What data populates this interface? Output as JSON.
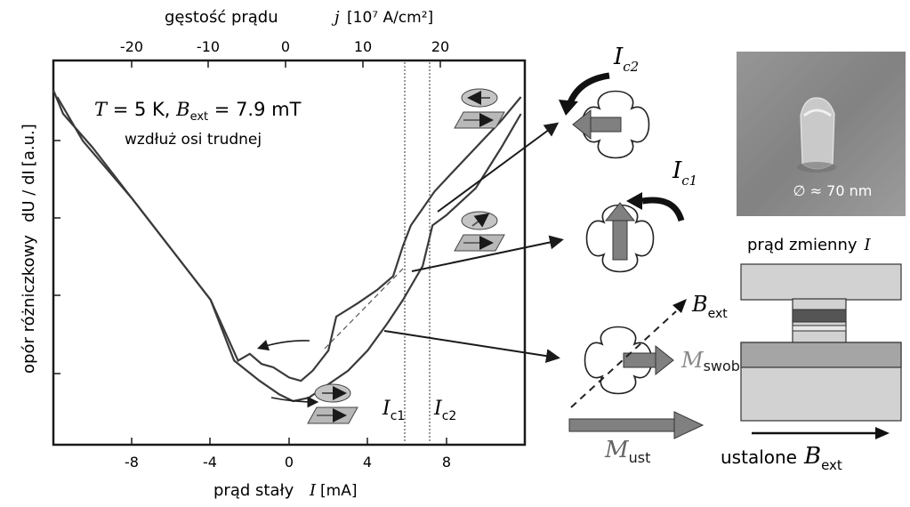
{
  "chart_data": {
    "type": "line",
    "top_axis": {
      "title": "gęstość prądu",
      "unit_label": "j",
      "unit": "[10⁷ A/cm²]",
      "ticks": [
        "-20",
        "-10",
        "0",
        "10",
        "20"
      ],
      "tick_values": [
        -20,
        -10,
        0,
        10,
        20
      ]
    },
    "bottom_axis": {
      "title": "prąd stały",
      "symbol": "I",
      "unit": "[mA]",
      "ticks": [
        "-8",
        "-4",
        "0",
        "4",
        "8"
      ],
      "tick_values": [
        -8,
        -4,
        0,
        4,
        8
      ],
      "range": [
        -12,
        12
      ]
    },
    "y_axis": {
      "title": "opór różniczkowy",
      "quantity": "dU / dI",
      "unit": "[a.u.]"
    },
    "annotation_condition": "T = 5 K, B_ext = 7.9 mT",
    "annotation_direction": "wzdłuż osi trudnej",
    "critical_currents": [
      {
        "label": "I",
        "sub": "c1",
        "value": 6.0
      },
      {
        "label": "I",
        "sub": "c2",
        "value": 7.2
      }
    ],
    "series": [
      {
        "x": [
          -12,
          -11.5,
          -10,
          -8,
          -6,
          -4,
          -2.6,
          -2,
          -1.4,
          -0.8,
          0,
          0.6,
          1.2,
          2.0,
          2.4,
          3.5,
          4.5,
          5.3,
          5.8,
          6.2,
          6.8,
          7.4,
          8.2,
          9.5,
          10.8,
          11.8
        ],
        "y": [
          0.97,
          0.9,
          0.8,
          0.65,
          0.5,
          0.35,
          0.17,
          0.19,
          0.16,
          0.15,
          0.12,
          0.11,
          0.14,
          0.2,
          0.3,
          0.34,
          0.38,
          0.42,
          0.51,
          0.57,
          0.62,
          0.67,
          0.72,
          0.8,
          0.88,
          0.95
        ]
      },
      {
        "x": [
          -11.8,
          -10.5,
          -8,
          -6,
          -4,
          -2.8,
          -1.5,
          -0.5,
          0.2,
          1.0,
          2.0,
          3.0,
          4.0,
          5.0,
          5.8,
          6.3,
          6.8,
          7.3,
          8.0,
          9.5,
          10.8,
          11.8
        ],
        "y": [
          0.95,
          0.82,
          0.65,
          0.5,
          0.35,
          0.17,
          0.11,
          0.07,
          0.05,
          0.06,
          0.1,
          0.14,
          0.2,
          0.28,
          0.35,
          0.4,
          0.45,
          0.57,
          0.6,
          0.68,
          0.8,
          0.9
        ]
      }
    ]
  },
  "diagram": {
    "ic2_label": "I",
    "ic2_sub": "c2",
    "ic1_label": "I",
    "ic1_sub": "c1",
    "bext_label": "B",
    "bext_sub": "ext",
    "mswob_label": "M",
    "mswob_sub": "swob",
    "must_label": "M",
    "must_sub": "ust",
    "sem_caption": "∅ ≈ 70 nm",
    "device_title": "prąd zmienny",
    "device_title_symbol": "I",
    "device_bottom_text": "ustalone",
    "device_bottom_label": "B",
    "device_bottom_sub": "ext"
  }
}
